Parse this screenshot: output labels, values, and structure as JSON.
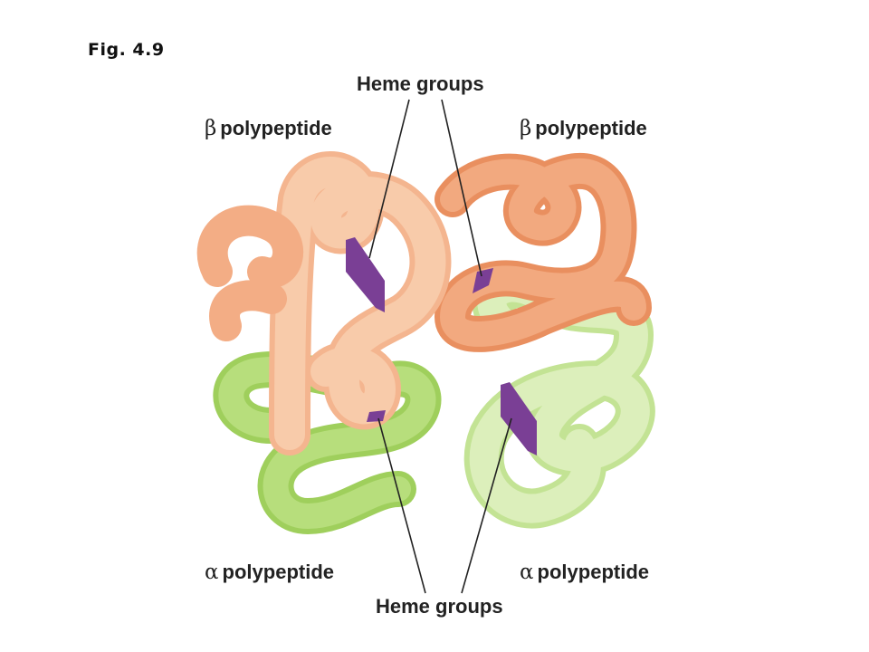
{
  "figure_label": "Fig. 4.9",
  "labels": {
    "heme_top": "Heme groups",
    "heme_bottom": "Heme groups",
    "beta_left": "polypeptide",
    "beta_right": "polypeptide",
    "alpha_left": "polypeptide",
    "alpha_right": "polypeptide",
    "beta_symbol": "β",
    "alpha_symbol": "α"
  },
  "colors": {
    "beta_light": "#f7c5a2",
    "beta_dark": "#ee9f74",
    "alpha_light": "#d9ecb0",
    "alpha_dark": "#a9d56a",
    "heme": "#7a3f95",
    "line": "#222222"
  }
}
